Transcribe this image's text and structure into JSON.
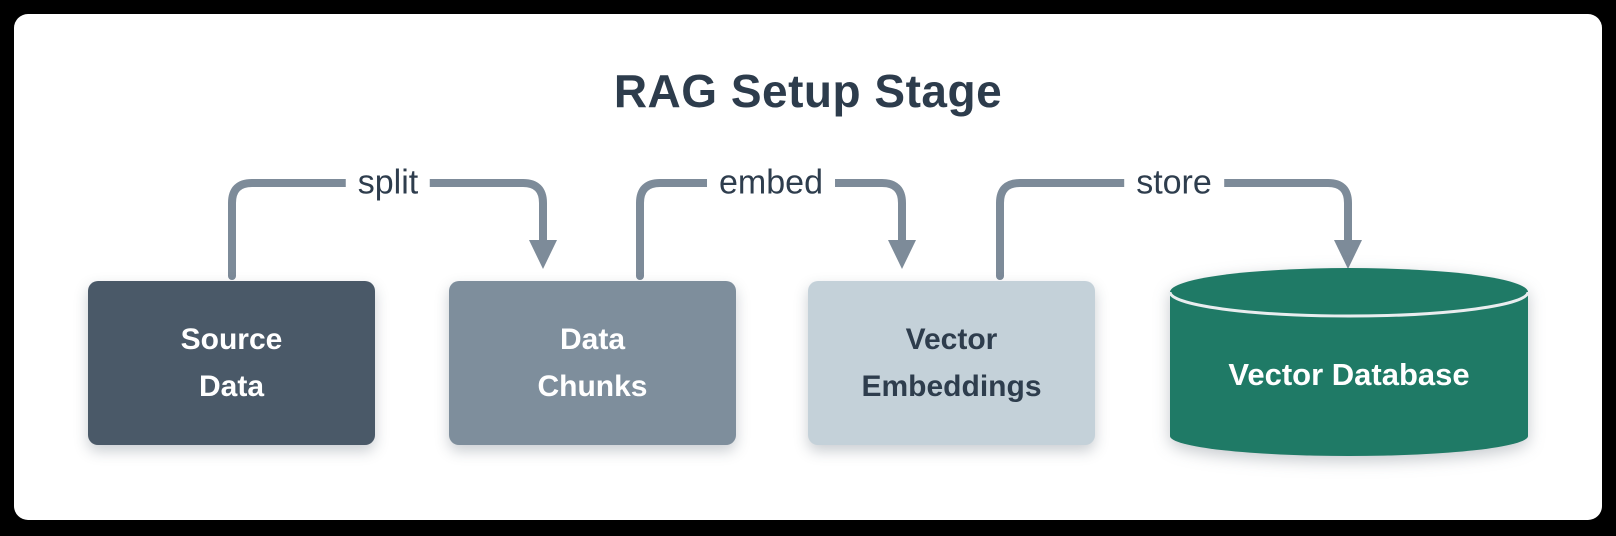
{
  "title": "RAG Setup Stage",
  "stage_nodes": [
    {
      "name": "source-data",
      "line1": "Source",
      "line2": "Data"
    },
    {
      "name": "data-chunks",
      "line1": "Data",
      "line2": "Chunks"
    },
    {
      "name": "vector-embeddings",
      "line1": "Vector",
      "line2": "Embeddings"
    }
  ],
  "database_node": {
    "label": "Vector Database"
  },
  "edges": [
    {
      "label": "split"
    },
    {
      "label": "embed"
    },
    {
      "label": "store"
    }
  ],
  "colors": {
    "frame": "#000000",
    "card": "#FFFFFF",
    "title_text": "#2D3C4C",
    "source_data_box": "#4A5968",
    "data_chunks_box": "#7E8E9C",
    "vector_embeddings_box": "#C4D1D9",
    "arrow": "#7D8B99",
    "database_cylinder": "#1F7A66",
    "cylinder_rim": "#E9EDEF",
    "light_text": "#FFFFFF",
    "dark_text": "#2E3D4D"
  }
}
